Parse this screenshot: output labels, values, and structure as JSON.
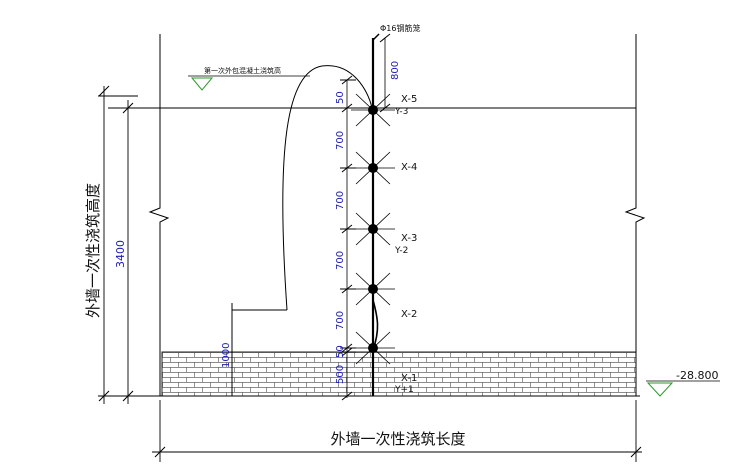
{
  "colors": {
    "line": "#000000",
    "dimension_blue": "#1c1cb4",
    "label_green": "#2a9a2a",
    "grid": "#555555"
  },
  "labels": {
    "rebar": "Φ16钢筋笼",
    "pour_height_note": "第一次外包混凝土浇筑高",
    "vertical_title": "外墙一次性浇筑高度",
    "horizontal_title": "外墙一次性浇筑长度",
    "elevation": "-28.800"
  },
  "dimensions": {
    "top_800": "800",
    "top_50": "50",
    "seg1_700": "700",
    "seg2_700": "700",
    "seg3_700": "700",
    "seg4_700": "700",
    "bottom_50": "50",
    "bottom_500": "500",
    "total_3400": "3400",
    "base_1000": "1000"
  },
  "nodes": [
    {
      "x_label": "X-5",
      "y_label": "Y-3"
    },
    {
      "x_label": "X-4",
      "y_label": ""
    },
    {
      "x_label": "X-3",
      "y_label": "Y-2"
    },
    {
      "x_label": "X-2",
      "y_label": ""
    },
    {
      "x_label": "X-1",
      "y_label": "Y+1"
    }
  ]
}
